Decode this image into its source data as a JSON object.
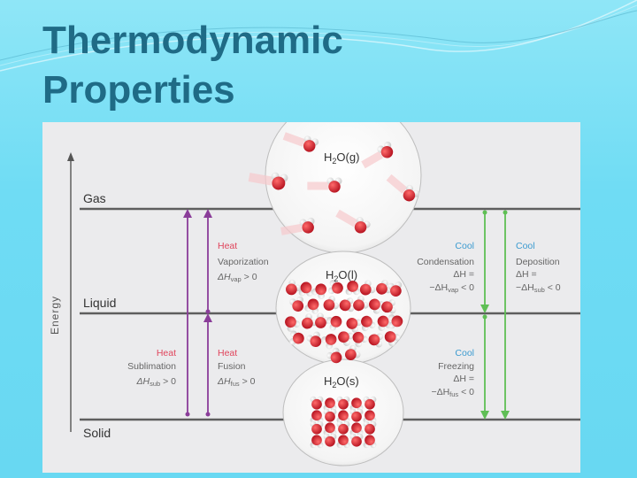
{
  "slide": {
    "title_line1": "Thermodynamic",
    "title_line2": "Properties"
  },
  "diagram": {
    "axis_label": "Energy",
    "levels": {
      "gas": "Gas",
      "liquid": "Liquid",
      "solid": "Solid"
    },
    "states": {
      "gas": {
        "base": "H",
        "sub": "2",
        "rest": "O(g)"
      },
      "liquid": {
        "base": "H",
        "sub": "2",
        "rest": "O(l)"
      },
      "solid": {
        "base": "H",
        "sub": "2",
        "rest": "O(s)"
      }
    },
    "sublimation": {
      "kind": "Heat",
      "name": "Sublimation",
      "dh_sym": "ΔH",
      "dh_sub": "sub",
      "dh_rest": " > 0"
    },
    "vaporization": {
      "kind": "Heat",
      "name": "Vaporization",
      "dh_sym": "ΔH",
      "dh_sub": "vap",
      "dh_rest": " > 0"
    },
    "fusion": {
      "kind": "Heat",
      "name": "Fusion",
      "dh_sym": "ΔH",
      "dh_sub": "fus",
      "dh_rest": " > 0"
    },
    "condensation": {
      "kind": "Cool",
      "name": "Condensation",
      "line1": "ΔH =",
      "line2_pre": "−ΔH",
      "line2_sub": "vap",
      "line2_rest": " < 0"
    },
    "deposition": {
      "kind": "Cool",
      "name": "Deposition",
      "line1": "ΔH =",
      "line2_pre": "−ΔH",
      "line2_sub": "sub",
      "line2_rest": " < 0"
    },
    "freezing": {
      "kind": "Cool",
      "name": "Freezing",
      "line1": "ΔH =",
      "line2_pre": "−ΔH",
      "line2_sub": "fus",
      "line2_rest": " < 0"
    },
    "colors": {
      "heat_arrow": "#8a3d99",
      "heat_text": "#e0455c",
      "cool_arrow": "#5fbf55",
      "cool_text": "#3c9bd0",
      "oxygen": "#d62838",
      "hydrogen": "#f1f1f1"
    }
  }
}
